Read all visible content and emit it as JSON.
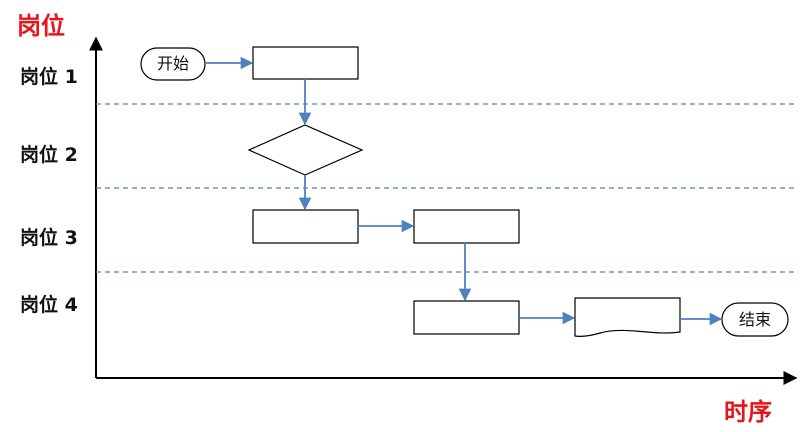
{
  "axis": {
    "y_title": "岗位",
    "x_title": "时序"
  },
  "lanes": [
    {
      "label": "岗位 1"
    },
    {
      "label": "岗位 2"
    },
    {
      "label": "岗位 3"
    },
    {
      "label": "岗位 4"
    }
  ],
  "nodes": {
    "start": {
      "label": "开始"
    },
    "end": {
      "label": "结束"
    }
  },
  "colors": {
    "axis_title": "#e8141b",
    "arrow": "#4f81bd",
    "lane_divider": "#4f81bd",
    "node_stroke": "#000000",
    "axis_line": "#000000"
  }
}
